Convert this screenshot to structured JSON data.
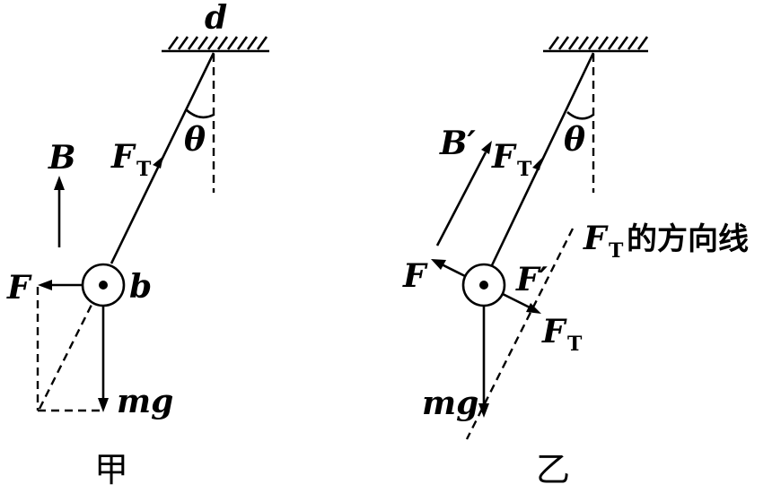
{
  "left_panel": {
    "caption": "甲",
    "labels": {
      "d": "d",
      "theta": "θ",
      "B": "B",
      "FT": "F",
      "FT_sub": "T",
      "F": "F",
      "b": "b",
      "mg": "mg"
    }
  },
  "right_panel": {
    "caption": "乙",
    "labels": {
      "theta": "θ",
      "B_prime": "B′",
      "FT": "F",
      "FT_sub": "T",
      "FT_line_sub": "T",
      "FT_line_text": "的方向线",
      "F": "F",
      "F_prime": "F′",
      "FT2": "F",
      "FT2_sub": "T",
      "mg": "mg"
    }
  }
}
